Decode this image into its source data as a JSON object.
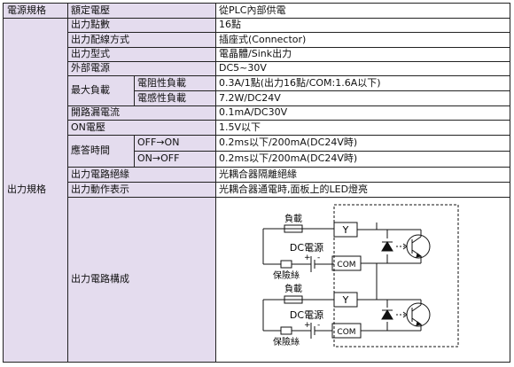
{
  "rows": {
    "power": {
      "label": "電源規格",
      "item": "額定電壓",
      "value": "從PLC內部供電"
    },
    "output_label": "出力規格",
    "points": {
      "item": "出力點數",
      "value": "16點"
    },
    "wiring": {
      "item": "出力配線方式",
      "value": "插座式(Connector)"
    },
    "type": {
      "item": "出力型式",
      "value": "電晶體/Sink出力"
    },
    "ext_power": {
      "item": "外部電源",
      "value": "DC5~30V"
    },
    "max_load": {
      "item": "最大負載",
      "resistive_label": "電阻性負載",
      "resistive_value": "0.3A/1點(出力16點/COM:1.6A以下)",
      "inductive_label": "電感性負載",
      "inductive_value": "7.2W/DC24V"
    },
    "leakage": {
      "item": "開路漏電流",
      "value": "0.1mA/DC30V"
    },
    "on_voltage": {
      "item": "ON電壓",
      "value": "1.5V以下"
    },
    "response": {
      "item": "應答時間",
      "off_on_label": "OFF→ON",
      "off_on_value": "0.2ms以下/200mA(DC24V時)",
      "on_off_label": "ON→OFF",
      "on_off_value": "0.2ms以下/200mA(DC24V時)"
    },
    "insulation": {
      "item": "出力電路絕緣",
      "value": "光耦合器隔離絕緣"
    },
    "indication": {
      "item": "出力動作表示",
      "value": "光耦合器通電時,面板上的LED燈亮"
    },
    "circuit": {
      "item": "出力電路構成"
    }
  },
  "diagram": {
    "load_label": "負載",
    "dc_label": "DC電源",
    "fuse_label": "保險絲",
    "y_label": "Y",
    "com_label": "COM",
    "plus": "+",
    "minus": "-"
  }
}
